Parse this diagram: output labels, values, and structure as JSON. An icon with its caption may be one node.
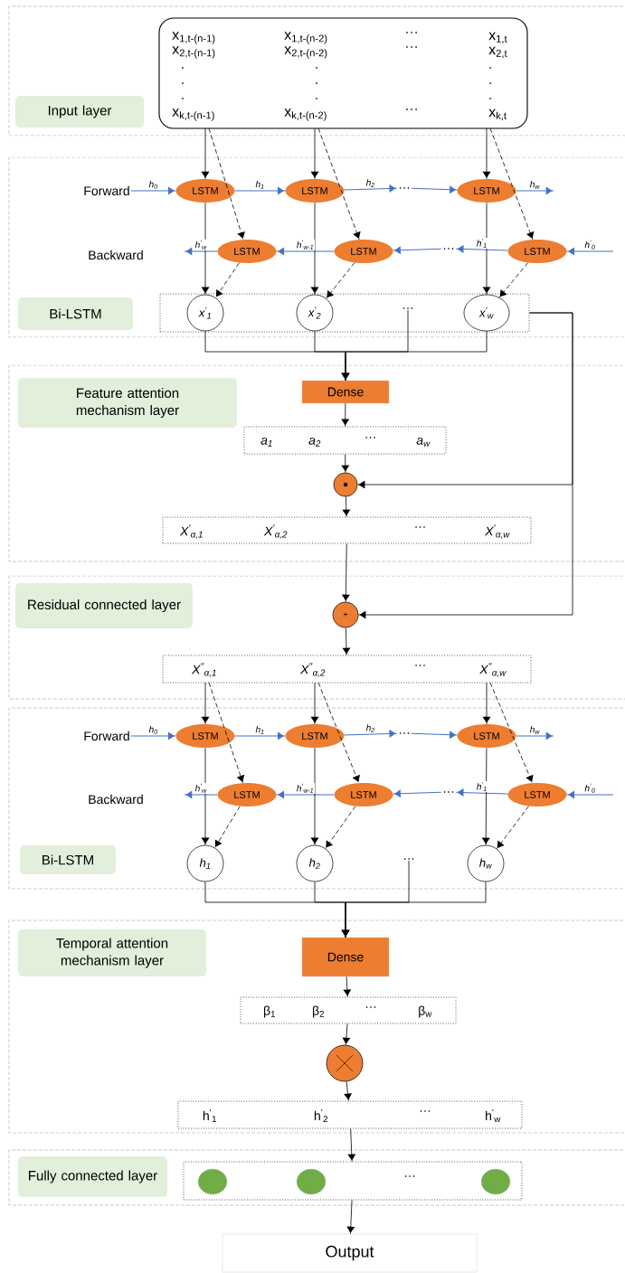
{
  "diagram": {
    "nodes": [
      {
        "text": [
          "x$_{1,t-(n-1)}$",
          "x$_{1,t-(n-2)}$",
          "…",
          "x$_{1,t}$",
          "x$_{2,t-(n-1)}$",
          "x$_{2,t-(n-2)}$",
          "…",
          "x$_{2,t}$",
          ".",
          ".",
          ".",
          ".",
          ".",
          ".",
          ".",
          ".",
          ".",
          "x$_{k,t-(n-1)}$",
          "x$_{k,t-(n-2)}$",
          "…",
          "x$_{k,t}$"
        ]
      },
      {
        "text": [
          "Input layer"
        ]
      },
      {
        "text": [
          "LSTM"
        ]
      },
      {
        "text": [
          "LSTM"
        ]
      },
      {
        "text": [
          "…"
        ]
      },
      {
        "text": [
          "LSTM"
        ]
      },
      {
        "text": [
          "LSTM"
        ]
      },
      {
        "text": [
          "LSTM"
        ]
      },
      {
        "text": [
          "…"
        ]
      },
      {
        "text": [
          "LSTM"
        ]
      },
      {
        "text": [],
        "shape": "box"
      },
      {
        "text": [
          "x$^{'}$$_{1}$"
        ],
        "in": 10
      },
      {
        "text": [
          "x$^{'}$$_{2}$"
        ],
        "in": 10
      },
      {
        "text": [
          "…"
        ],
        "in": 10
      },
      {
        "text": [
          "x$^{'}$$_{w}$"
        ],
        "in": 10
      },
      {
        "text": [
          "Bi-LSTM"
        ]
      },
      {
        "text": [
          "Feature attention mechanism layer"
        ]
      },
      {
        "text": [
          "Dense"
        ]
      },
      {
        "text": [
          "a$_{1}$",
          "a$_{2}$",
          "…",
          "a$_{w}$"
        ]
      },
      {
        "text": [],
        "shape": "circle"
      },
      {
        "text": [
          "X$^{'}$$_{α,1}$",
          "X$^{'}$$_{α,2}$",
          "…",
          "X$^{'}$$_{α,w}$"
        ]
      },
      {
        "text": [
          "Residual connected layer"
        ]
      },
      {
        "text": [
          "+"
        ]
      },
      {
        "text": [
          "X$^{''}$$_{α,1}$",
          "X$^{''}$$_{α,2}$",
          "…",
          "X$^{''}$$_{α,w}$"
        ]
      },
      {
        "text": [
          "LSTM"
        ]
      },
      {
        "text": [
          "LSTM"
        ]
      },
      {
        "text": [
          "…"
        ]
      },
      {
        "text": [
          "LSTM"
        ]
      },
      {
        "text": [
          "LSTM"
        ]
      },
      {
        "text": [
          "LSTM"
        ]
      },
      {
        "text": [
          "…"
        ]
      },
      {
        "text": [
          "LSTM"
        ]
      },
      {
        "text": [
          "h$_{1}$"
        ]
      },
      {
        "text": [
          "h$_{2}$"
        ]
      },
      {
        "text": [
          "…"
        ]
      },
      {
        "text": [
          "h$_{w}$"
        ]
      },
      {
        "text": [
          "Bi-LSTM"
        ]
      },
      {
        "text": [
          "Temporal attention mechanism layer"
        ]
      },
      {
        "text": [
          "Dense"
        ]
      },
      {
        "text": [
          "β$_{1}$",
          "β$_{2}$",
          "…",
          "β$_{w}$"
        ]
      },
      {
        "text": [],
        "shape": "circle"
      },
      {
        "text": [
          "h$^{'}$$_{1}$",
          "h$^{'}$$_{2}$",
          "…",
          "h$^{'}$$_{w}$"
        ]
      },
      {
        "text": [
          "Fully connected layer"
        ]
      },
      {
        "text": [
          "…"
        ]
      },
      {
        "text": [],
        "shape": "circle",
        "in": 43
      },
      {
        "text": [],
        "shape": "circle",
        "in": 43
      },
      {
        "text": [],
        "shape": "circle",
        "in": 43
      },
      {
        "text": [
          "Output"
        ]
      },
      {
        "text": [
          "Forward"
        ]
      },
      {
        "text": [
          "Forward"
        ]
      }
    ],
    "edges": [
      {
        "from": 0,
        "to": 2,
        "arrow": "to"
      },
      {
        "from": 0,
        "to": 3,
        "arrow": "to"
      },
      {
        "from": 0,
        "to": 5,
        "arrow": "to"
      },
      {
        "from": 0,
        "to": 6,
        "arrow": "to",
        "style": "dashed"
      },
      {
        "from": 0,
        "to": 7,
        "arrow": "to",
        "style": "dashed"
      },
      {
        "from": 0,
        "to": 9,
        "arrow": "to",
        "style": "dashed"
      },
      {
        "from": 48,
        "to": 2,
        "arrow": "to",
        "color": "#4472c4",
        "label": "h$_{0}$"
      },
      {
        "from": 2,
        "to": 3,
        "arrow": "to",
        "color": "#4472c4",
        "label": "h$_{1}$"
      },
      {
        "from": 3,
        "to": 4,
        "arrow": "to",
        "color": "#4472c4",
        "label": "h$_{2}$"
      },
      {
        "from": 4,
        "to": 5,
        "arrow": "to",
        "color": "#4472c4"
      },
      {
        "from": 5,
        "to": null,
        "arrow": "to",
        "color": "#4472c4",
        "label": "h$_{w}$"
      },
      {
        "from": null,
        "to": 9,
        "arrow": "to",
        "color": "#4472c4",
        "label": "h$^{'}$$_{0}$"
      },
      {
        "from": 9,
        "to": 8,
        "arrow": "to",
        "color": "#4472c4",
        "label": "h$^{'}$$_{1}$"
      },
      {
        "from": 8,
        "to": 7,
        "arrow": "to",
        "color": "#4472c4"
      },
      {
        "from": 7,
        "to": 6,
        "arrow": "to",
        "color": "#4472c4",
        "label": "h$^{'}$$_{w-1}$"
      },
      {
        "from": 6,
        "to": null,
        "arrow": "to",
        "color": "#4472c4",
        "label": "h$^{'}$$_{w}$"
      },
      {
        "from": 2,
        "to": 11,
        "arrow": "to"
      },
      {
        "from": 3,
        "to": 12,
        "arrow": "to"
      },
      {
        "from": 5,
        "to": 14,
        "arrow": "to"
      },
      {
        "from": 6,
        "to": 11,
        "arrow": "to",
        "style": "dashed"
      },
      {
        "from": 7,
        "to": 12,
        "arrow": "to",
        "style": "dashed"
      },
      {
        "from": 9,
        "to": 14,
        "arrow": "to",
        "style": "dashed"
      },
      {
        "from": 11,
        "to": 17,
        "arrow": "to"
      },
      {
        "from": 12,
        "to": 17,
        "arrow": "to"
      },
      {
        "from": 13,
        "to": 17,
        "arrow": "to"
      },
      {
        "from": 14,
        "to": 17,
        "arrow": "to"
      },
      {
        "from": 10,
        "to": 19,
        "arrow": "to"
      },
      {
        "from": 10,
        "to": 22,
        "arrow": "to"
      },
      {
        "from": 17,
        "to": 18,
        "arrow": "to"
      },
      {
        "from": 18,
        "to": 19,
        "arrow": "to"
      },
      {
        "from": 19,
        "to": 20,
        "arrow": "to"
      },
      {
        "from": 20,
        "to": 22,
        "arrow": "to"
      },
      {
        "from": 22,
        "to": 23,
        "arrow": "to"
      },
      {
        "from": 23,
        "to": 24,
        "arrow": "to"
      },
      {
        "from": 23,
        "to": 25,
        "arrow": "to"
      },
      {
        "from": 23,
        "to": 27,
        "arrow": "to"
      },
      {
        "from": 23,
        "to": 28,
        "arrow": "to",
        "style": "dashed"
      },
      {
        "from": 23,
        "to": 29,
        "arrow": "to",
        "style": "dashed"
      },
      {
        "from": 23,
        "to": 31,
        "arrow": "to",
        "style": "dashed"
      },
      {
        "from": 49,
        "to": 24,
        "arrow": "to",
        "color": "#4472c4",
        "label": "h$_{0}$"
      },
      {
        "from": 24,
        "to": 25,
        "arrow": "to",
        "color": "#4472c4",
        "label": "h$_{1}$"
      },
      {
        "from": 25,
        "to": 26,
        "arrow": "to",
        "color": "#4472c4",
        "label": "h$_{2}$"
      },
      {
        "from": 26,
        "to": 27,
        "arrow": "to",
        "color": "#4472c4"
      },
      {
        "from": 27,
        "to": null,
        "arrow": "to",
        "color": "#4472c4",
        "label": "h$_{w}$"
      },
      {
        "from": null,
        "to": 31,
        "arrow": "to",
        "color": "#4472c4",
        "label": "h$^{'}$$_{0}$"
      },
      {
        "from": 31,
        "to": 30,
        "arrow": "to",
        "color": "#4472c4",
        "label": "h$^{'}$$_{1}$"
      },
      {
        "from": 30,
        "to": 29,
        "arrow": "to",
        "color": "#4472c4"
      },
      {
        "from": 29,
        "to": 28,
        "arrow": "to",
        "color": "#4472c4",
        "label": "h$^{'}$$_{w-1}$"
      },
      {
        "from": 28,
        "to": null,
        "arrow": "to",
        "color": "#4472c4",
        "label": "h$^{'}$$_{w}$"
      },
      {
        "from": 24,
        "to": 32,
        "arrow": "to"
      },
      {
        "from": 25,
        "to": 33,
        "arrow": "to"
      },
      {
        "from": 27,
        "to": 35,
        "arrow": "to"
      },
      {
        "from": 28,
        "to": 32,
        "arrow": "to",
        "style": "dashed"
      },
      {
        "from": 29,
        "to": 33,
        "arrow": "to",
        "style": "dashed"
      },
      {
        "from": 31,
        "to": 35,
        "arrow": "to",
        "style": "dashed"
      },
      {
        "from": 32,
        "to": 38,
        "arrow": "to"
      },
      {
        "from": 33,
        "to": 38,
        "arrow": "to"
      },
      {
        "from": 34,
        "to": 38,
        "arrow": "to"
      },
      {
        "from": 35,
        "to": 38,
        "arrow": "to"
      },
      {
        "from": 38,
        "to": 39,
        "arrow": "to"
      },
      {
        "from": 39,
        "to": 40,
        "arrow": "to"
      },
      {
        "from": 40,
        "to": 41,
        "arrow": "to"
      },
      {
        "from": 41,
        "to": 43,
        "arrow": "to"
      },
      {
        "from": 43,
        "to": 47,
        "arrow": "to"
      }
    ],
    "labels": [
      "Backward",
      "Backward"
    ]
  }
}
